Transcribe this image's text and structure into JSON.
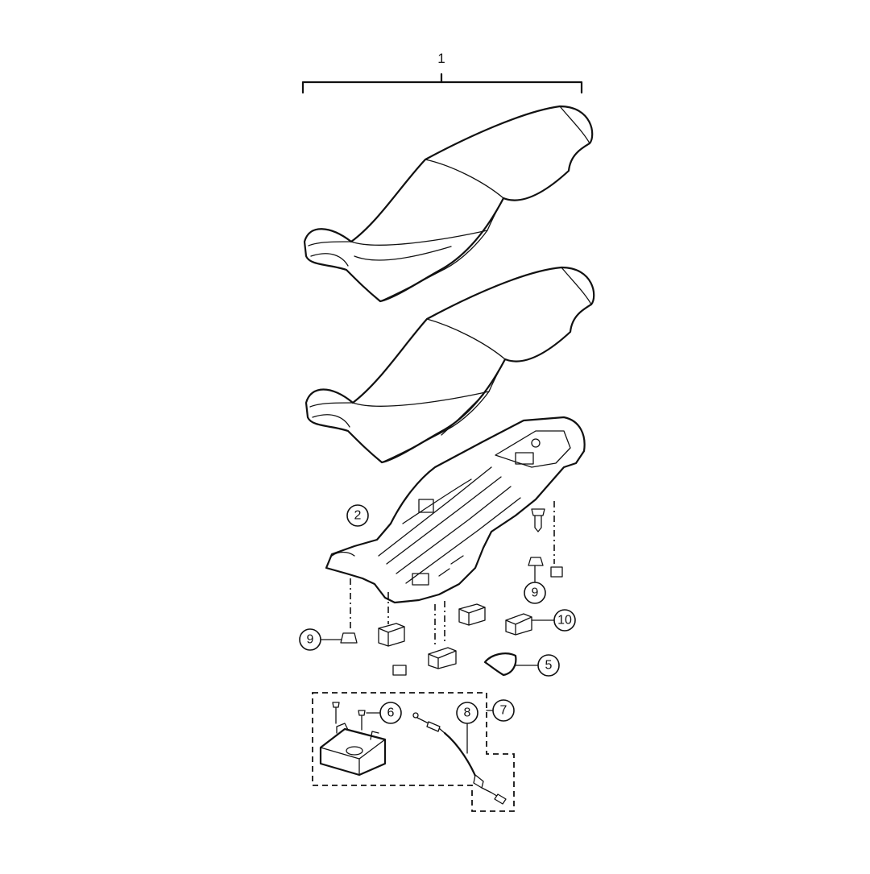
{
  "diagram": {
    "assembly_label": "1",
    "callouts": {
      "frame": "2",
      "clip": "5",
      "bolt": "6",
      "lock_kit": "7",
      "cable": "8",
      "grommet_left": "9",
      "grommet_right": "9",
      "rubber_block": "10"
    }
  }
}
